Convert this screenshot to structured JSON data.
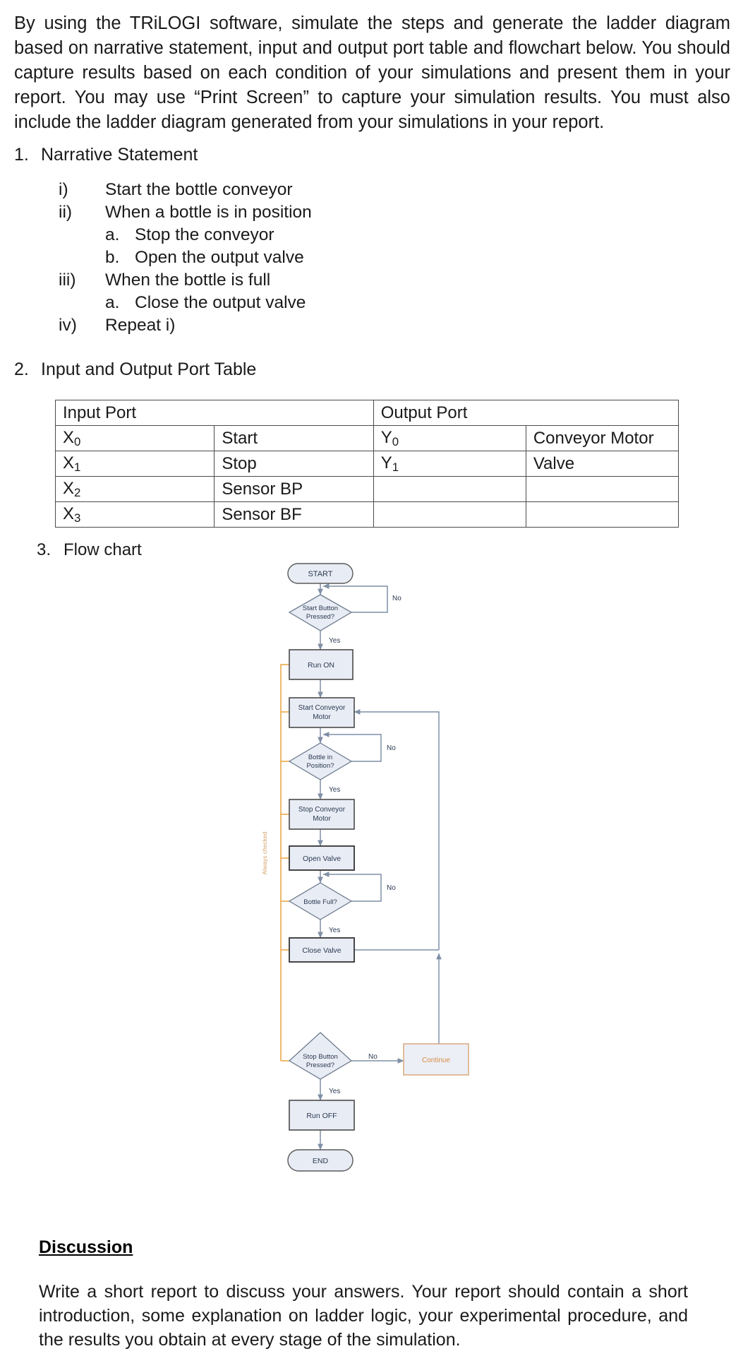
{
  "document": {
    "intro_paragraph": "By using the TRiLOGI software, simulate the steps and generate the ladder diagram based on narrative statement, input and output port table and flowchart below. You should capture results based on each condition of your simulations and present them in your report. You may use “Print Screen” to capture your simulation results. You must also include the ladder diagram generated from your simulations in your report."
  },
  "section1": {
    "number": "1.",
    "title": "Narrative Statement",
    "items": [
      {
        "marker": "i)",
        "text": "Start the bottle conveyor",
        "sub": []
      },
      {
        "marker": "ii)",
        "text": "When a bottle is in position",
        "sub": [
          {
            "marker": "a.",
            "text": "Stop the conveyor"
          },
          {
            "marker": "b.",
            "text": "Open the output valve"
          }
        ]
      },
      {
        "marker": "iii)",
        "text": "When the bottle is full",
        "sub": [
          {
            "marker": "a.",
            "text": "Close the output valve"
          }
        ]
      },
      {
        "marker": "iv)",
        "text": "Repeat i)",
        "sub": []
      }
    ]
  },
  "section2": {
    "number": "2.",
    "title": "Input and Output Port Table",
    "table": {
      "headers": [
        "Input Port",
        "Output Port"
      ],
      "rows": [
        {
          "in_port": "X",
          "in_sub": "0",
          "in_name": "Start",
          "out_port": "Y",
          "out_sub": "0",
          "out_name": "Conveyor Motor"
        },
        {
          "in_port": "X",
          "in_sub": "1",
          "in_name": "Stop",
          "out_port": "Y",
          "out_sub": "1",
          "out_name": "Valve"
        },
        {
          "in_port": "X",
          "in_sub": "2",
          "in_name": "Sensor BP",
          "out_port": "",
          "out_sub": "",
          "out_name": ""
        },
        {
          "in_port": "X",
          "in_sub": "3",
          "in_name": "Sensor BF",
          "out_port": "",
          "out_sub": "",
          "out_name": ""
        }
      ]
    }
  },
  "section3": {
    "number": "3.",
    "title": "Flow chart",
    "flowchart": {
      "colors": {
        "node_fill": "#e8ecf4",
        "node_stroke": "#5a5a5a",
        "connector": "#7f8fa6",
        "accent_orange": "#e8a33d",
        "continue_fill": "#eceff5",
        "continue_stroke": "#d9a97e",
        "continue_text": "#d98c4a"
      },
      "nodes": [
        {
          "id": "start",
          "shape": "terminator",
          "label": "START"
        },
        {
          "id": "start_btn",
          "shape": "decision",
          "label": "Start Button Pressed?",
          "line1": "Start Button",
          "line2": "Pressed?"
        },
        {
          "id": "run_on",
          "shape": "process",
          "label": "Run ON"
        },
        {
          "id": "start_conv",
          "shape": "process",
          "label": "Start Conveyor Motor",
          "line1": "Start Conveyor",
          "line2": "Motor"
        },
        {
          "id": "bottle_pos",
          "shape": "decision",
          "label": "Bottle in Position?",
          "line1": "Bottle in",
          "line2": "Position?"
        },
        {
          "id": "stop_conv",
          "shape": "process",
          "label": "Stop Conveyor Motor",
          "line1": "Stop Conveyor",
          "line2": "Motor"
        },
        {
          "id": "open_valve",
          "shape": "process",
          "label": "Open Valve"
        },
        {
          "id": "bottle_full",
          "shape": "decision",
          "label": "Bottle Full?",
          "line1": "Bottle Full?",
          "line2": ""
        },
        {
          "id": "close_valve",
          "shape": "process",
          "label": "Close Valve"
        },
        {
          "id": "stop_btn",
          "shape": "decision",
          "label": "Stop Button Pressed?",
          "line1": "Stop Button",
          "line2": "Pressed?"
        },
        {
          "id": "continue",
          "shape": "process",
          "label": "Continue"
        },
        {
          "id": "run_off",
          "shape": "process",
          "label": "Run OFF"
        },
        {
          "id": "end",
          "shape": "terminator",
          "label": "END"
        }
      ],
      "edge_labels": {
        "no1": "No",
        "yes1": "Yes",
        "no2": "No",
        "yes2": "Yes",
        "no3": "No",
        "yes3": "Yes",
        "no4": "No",
        "yes4": "Yes"
      },
      "annotation": "Always checked"
    }
  },
  "discussion": {
    "heading": "Discussion",
    "body": "Write a short report to discuss your answers. Your report should contain a short introduction, some explanation on ladder logic, your experimental procedure, and the results you obtain at every stage of the simulation."
  }
}
